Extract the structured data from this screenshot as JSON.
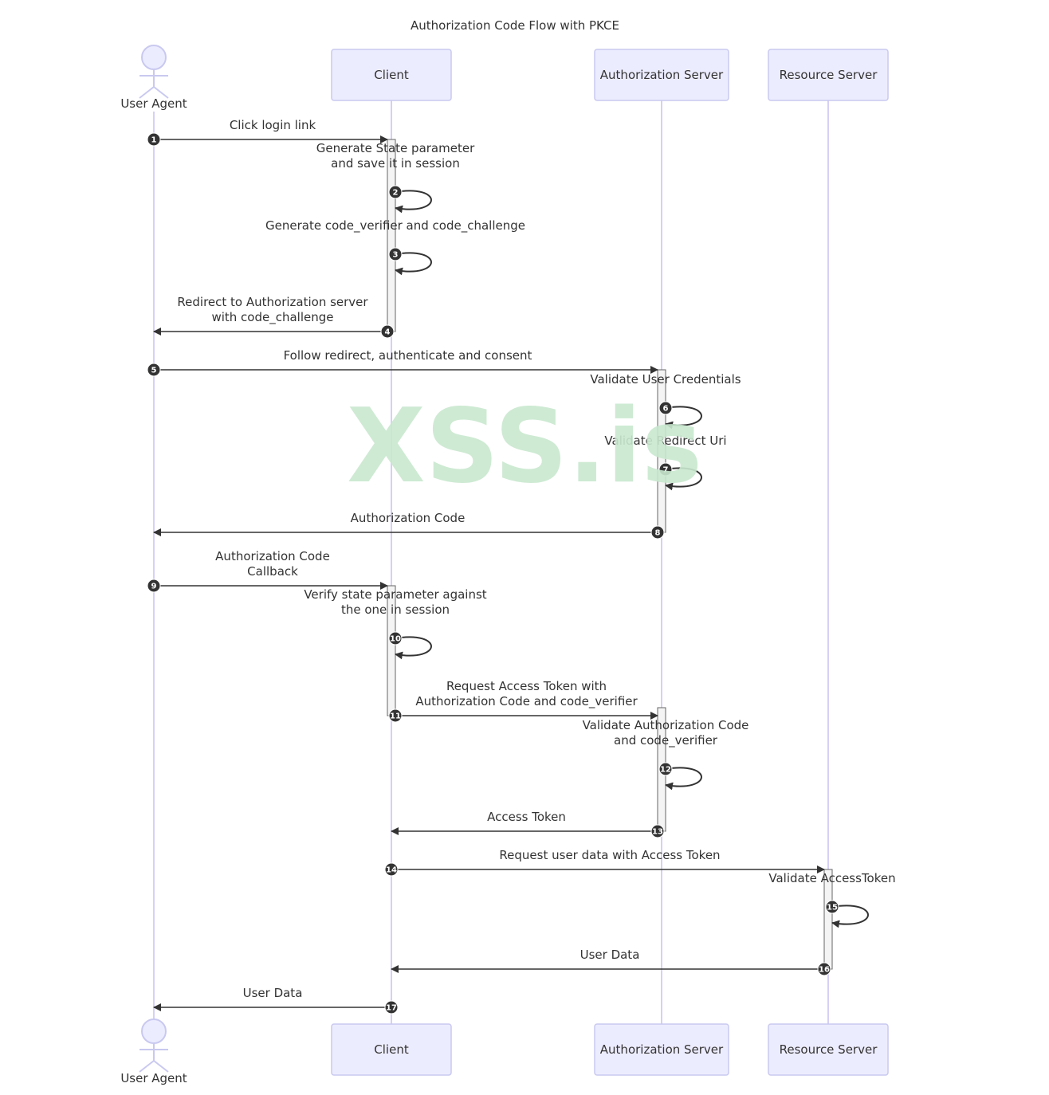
{
  "diagram": {
    "title": "Authorization Code Flow with PKCE",
    "watermark": "XSS.is",
    "participants": [
      {
        "id": "ua",
        "label": "User Agent",
        "kind": "actor"
      },
      {
        "id": "client",
        "label": "Client",
        "kind": "box"
      },
      {
        "id": "as",
        "label": "Authorization Server",
        "kind": "box"
      },
      {
        "id": "rs",
        "label": "Resource Server",
        "kind": "box"
      }
    ],
    "messages": [
      {
        "n": "1",
        "from": "ua",
        "to": "client",
        "lines": [
          "Click login link"
        ]
      },
      {
        "n": "2",
        "from": "client",
        "to": "client",
        "lines": [
          "Generate State parameter",
          "and save it in session"
        ]
      },
      {
        "n": "3",
        "from": "client",
        "to": "client",
        "lines": [
          "Generate code_verifier and code_challenge"
        ]
      },
      {
        "n": "4",
        "from": "client",
        "to": "ua",
        "lines": [
          "Redirect to Authorization server",
          "with code_challenge"
        ]
      },
      {
        "n": "5",
        "from": "ua",
        "to": "as",
        "lines": [
          "Follow redirect, authenticate and consent"
        ]
      },
      {
        "n": "6",
        "from": "as",
        "to": "as",
        "lines": [
          "Validate User Credentials"
        ]
      },
      {
        "n": "7",
        "from": "as",
        "to": "as",
        "lines": [
          "Validate Redirect Uri"
        ]
      },
      {
        "n": "8",
        "from": "as",
        "to": "ua",
        "lines": [
          "Authorization Code"
        ]
      },
      {
        "n": "9",
        "from": "ua",
        "to": "client",
        "lines": [
          "Authorization Code",
          "Callback"
        ]
      },
      {
        "n": "10",
        "from": "client",
        "to": "client",
        "lines": [
          "Verify state parameter against",
          "the one in session"
        ]
      },
      {
        "n": "11",
        "from": "client",
        "to": "as",
        "lines": [
          "Request Access Token with",
          "Authorization Code and code_verifier"
        ]
      },
      {
        "n": "12",
        "from": "as",
        "to": "as",
        "lines": [
          "Validate Authorization Code",
          "and code_verifier"
        ]
      },
      {
        "n": "13",
        "from": "as",
        "to": "client",
        "lines": [
          "Access Token"
        ]
      },
      {
        "n": "14",
        "from": "client",
        "to": "rs",
        "lines": [
          "Request user data with Access Token"
        ]
      },
      {
        "n": "15",
        "from": "rs",
        "to": "rs",
        "lines": [
          "Validate AccessToken"
        ]
      },
      {
        "n": "16",
        "from": "rs",
        "to": "client",
        "lines": [
          "User Data"
        ]
      },
      {
        "n": "17",
        "from": "client",
        "to": "ua",
        "lines": [
          "User Data"
        ]
      }
    ],
    "colors": {
      "participant_fill": "#ececff",
      "participant_stroke": "#c9c9f0",
      "lifeline": "#d6d0f5",
      "arrow": "#333333",
      "activation_fill": "#f4f4f4",
      "activation_stroke": "#666666",
      "badge": "#333333"
    }
  }
}
